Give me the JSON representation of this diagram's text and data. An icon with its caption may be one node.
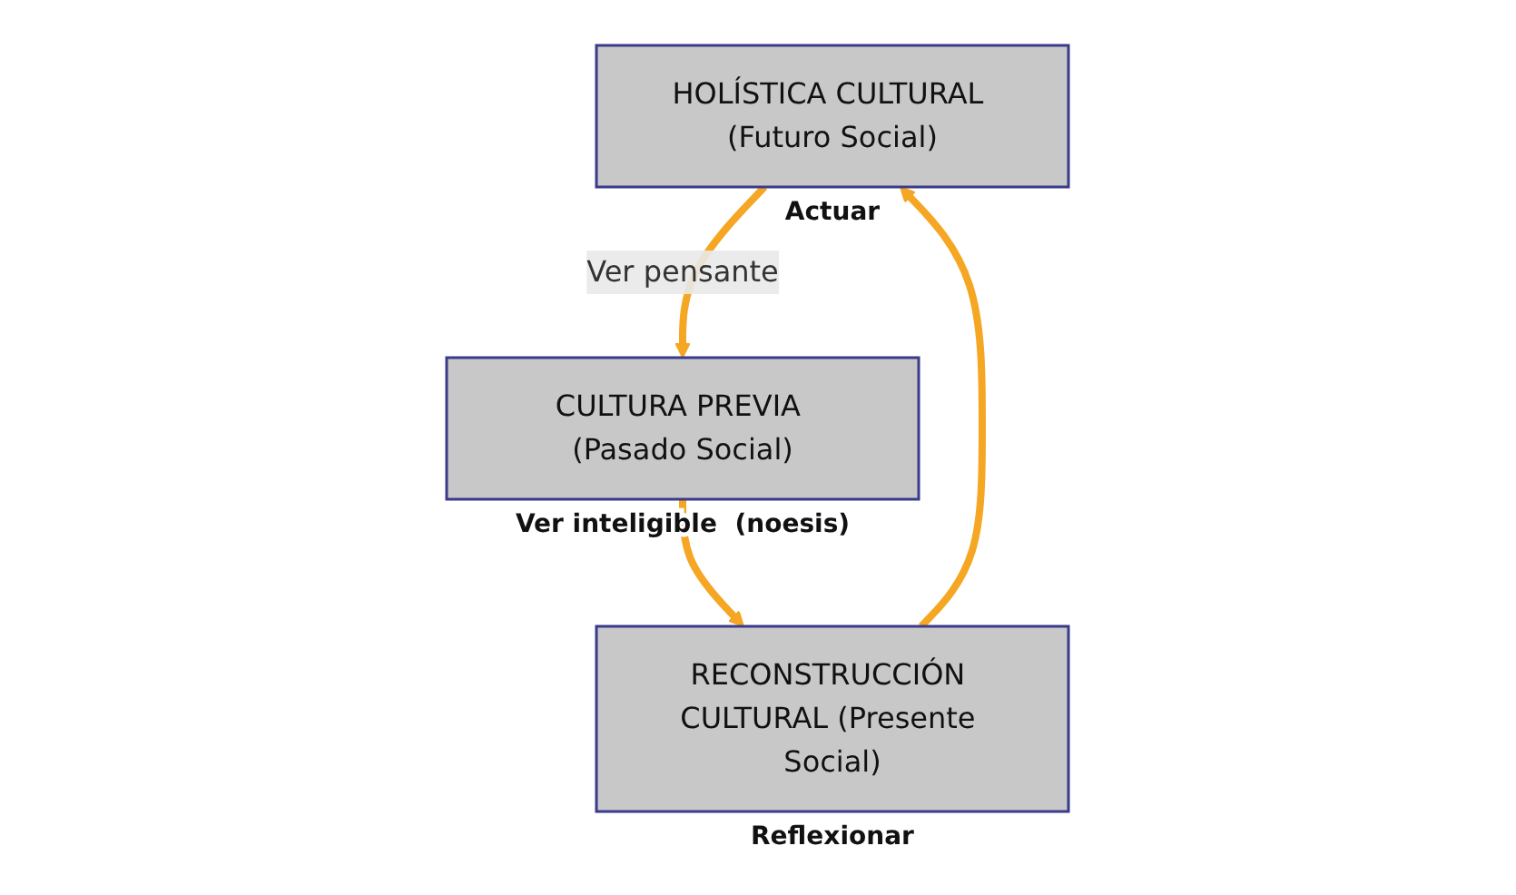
{
  "diagram": {
    "nodes": [
      {
        "text": [
          "HOLÍSTICA CULTURAL (Futuro Social)"
        ],
        "beside": [
          "Actuar"
        ]
      },
      {
        "text": [
          "RECONSTRUCCIÓN CULTURAL (Presente Social)"
        ],
        "beside": [
          "Reflexionar"
        ]
      },
      {
        "text": [
          "CULTURA PREVIA (Pasado Social)"
        ],
        "beside": [
          "Ver inteligible  (noesis)"
        ]
      }
    ],
    "edges": [
      {
        "from": 2,
        "to": 1,
        "arrow": "to"
      },
      {
        "from": 1,
        "to": 0,
        "arrow": "to"
      },
      {
        "from": 0,
        "to": 2,
        "arrow": "to",
        "label": "Ver pensante"
      }
    ]
  }
}
